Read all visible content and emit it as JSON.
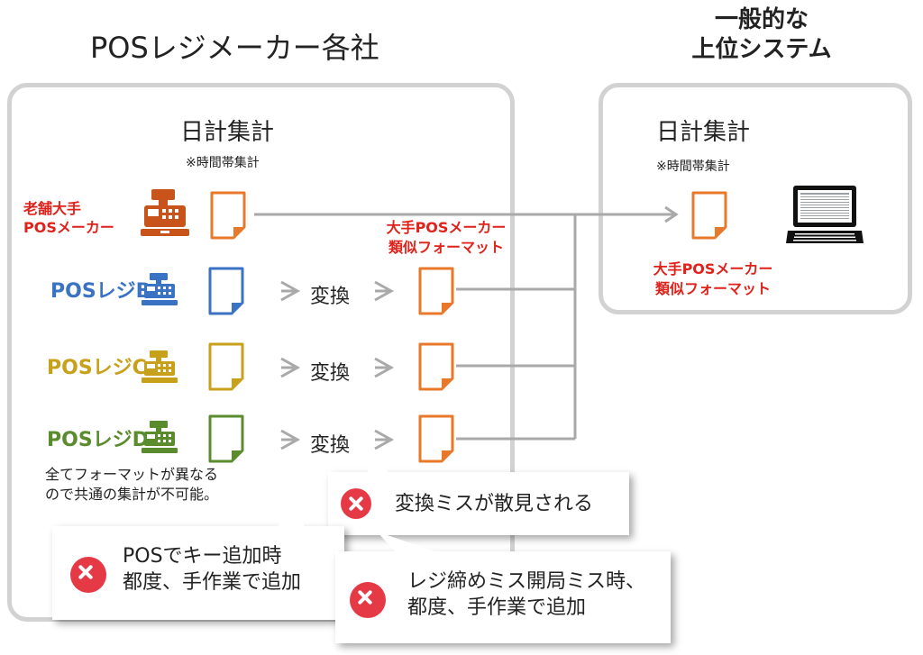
{
  "left_panel": {
    "heading": "POSレジメーカー各社",
    "subheading": "日計集計",
    "note": "※時間帯集計",
    "makers": [
      {
        "name_line1": "老舗大手",
        "name_line2": "POSメーカー",
        "color": "#e0221b"
      },
      {
        "name": "POSレジB",
        "color": "#3a72c4"
      },
      {
        "name": "POSレジC",
        "color": "#c8a11a"
      },
      {
        "name": "POSレジD",
        "color": "#5a8c2e"
      }
    ],
    "convert_label": "変換",
    "format_label_line1": "大手POSメーカー",
    "format_label_line2": "類似フォーマット",
    "footnote_line1": "全てフォーマットが異なる",
    "footnote_line2": "ので共通の集計が不可能。"
  },
  "right_panel": {
    "heading_line1": "一般的な",
    "heading_line2": "上位システム",
    "subheading": "日計集計",
    "note": "※時間帯集計",
    "format_label_line1": "大手POSメーカー",
    "format_label_line2": "類似フォーマット",
    "laptop_icon": "laptop-icon"
  },
  "callouts": {
    "conversion_error": "変換ミスが散見される",
    "key_add_line1": "POSでキー追加時",
    "key_add_line2": "都度、手作業で追加",
    "register_line1": "レジ締めミス開局ミス時、",
    "register_line2": "都度、手作業で追加"
  },
  "colors": {
    "orange": "#e8782a",
    "connector": "#a9a9a9",
    "panel_border": "#d2d2d2",
    "error": "#e63946"
  }
}
